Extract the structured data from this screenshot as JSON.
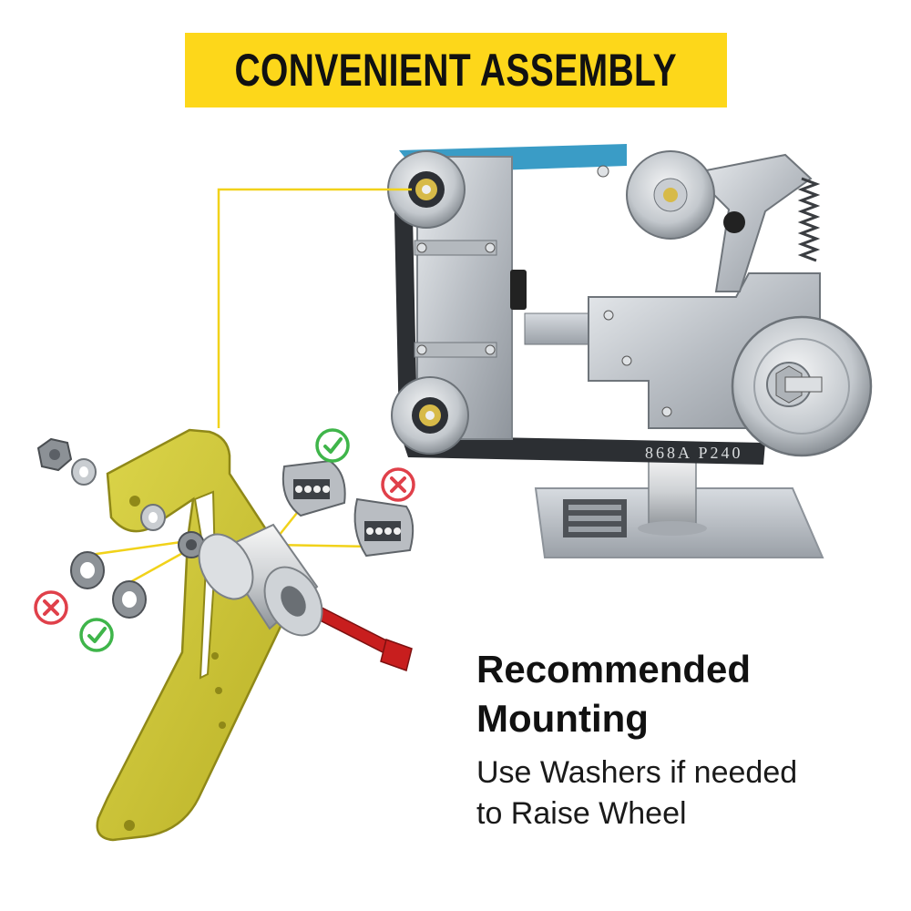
{
  "banner": {
    "title": "CONVENIENT ASSEMBLY"
  },
  "machine": {
    "belt_text": "868A P240"
  },
  "mounting": {
    "heading_lines": [
      "Recommended",
      "Mounting"
    ],
    "body_lines": [
      "Use Washers if needed",
      "to Raise Wheel"
    ]
  },
  "colors": {
    "banner_bg": "#fdd71a",
    "bracket": "#d4cc3a",
    "check": "#3fb54a",
    "cross": "#e0404a",
    "axle": "#c81e1e",
    "callout_line": "#f1d21a",
    "belt_top": "#3a9cc6"
  },
  "icons": {
    "correct": "check-circle-icon",
    "incorrect": "x-circle-icon"
  }
}
